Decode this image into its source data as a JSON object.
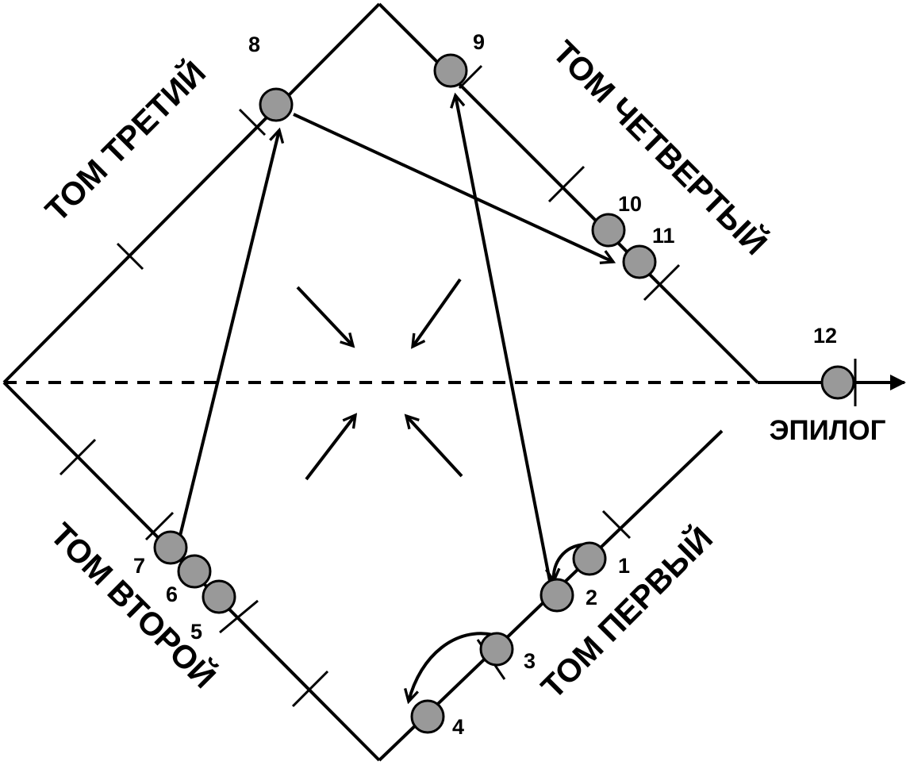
{
  "volumes": {
    "first": "ТОМ ПЕРВЫЙ",
    "second": "ТОМ ВТОРОЙ",
    "third": "ТОМ ТРЕТИЙ",
    "fourth": "ТОМ ЧЕТВЕРТЫЙ",
    "epilogue": "ЭПИЛОГ"
  },
  "nodes": [
    {
      "id": "1",
      "label": "1"
    },
    {
      "id": "2",
      "label": "2"
    },
    {
      "id": "3",
      "label": "3"
    },
    {
      "id": "4",
      "label": "4"
    },
    {
      "id": "5",
      "label": "5"
    },
    {
      "id": "6",
      "label": "6"
    },
    {
      "id": "7",
      "label": "7"
    },
    {
      "id": "8",
      "label": "8"
    },
    {
      "id": "9",
      "label": "9"
    },
    {
      "id": "10",
      "label": "10"
    },
    {
      "id": "11",
      "label": "11"
    },
    {
      "id": "12",
      "label": "12"
    }
  ],
  "colors": {
    "node_fill": "#999999",
    "stroke": "#000000"
  }
}
